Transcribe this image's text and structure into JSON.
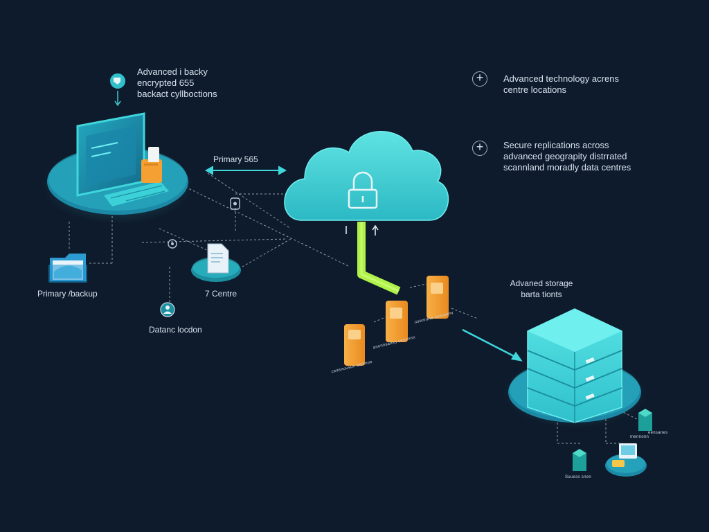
{
  "annotations": {
    "top_left": [
      "Advanced i backy",
      "encrypted 655",
      "backact cyllboctions"
    ],
    "top_right_1": [
      "Advanced technology acrens",
      "centre locations"
    ],
    "top_right_2": [
      "Secure replications across",
      "advanced geograpity distrrated",
      "scannland moradly data centres"
    ],
    "arrow_label": "Primary 565",
    "folder_label": "Primary /backup",
    "centre_label": "7 Centre",
    "datanc_label": "Datanc locdon",
    "storage_label": [
      "Advaned storage",
      "barta tionts"
    ]
  },
  "micro_labels": [
    "ceasnuusun aemnoe",
    "anonnsanes venennn",
    "ooenrane sevueenv",
    "mennonn",
    "Suuess snen",
    "eensanes"
  ],
  "icons": {
    "top_left": "shield-icon",
    "workstation": "monitor-icon",
    "padlock": "padlock-icon",
    "cloud": "cloud-icon",
    "folder": "folder-icon",
    "document": "document-icon",
    "person": "user-pin-icon",
    "storage": "server-stack-icon",
    "plus": "plus-circle-icon"
  },
  "colors": {
    "background": "#0e1b2c",
    "cyan": "#3fd6dc",
    "cyan_dark": "#1b8fa0",
    "green": "#aef24a",
    "orange": "#f5a033",
    "text": "#d6e2ee"
  }
}
